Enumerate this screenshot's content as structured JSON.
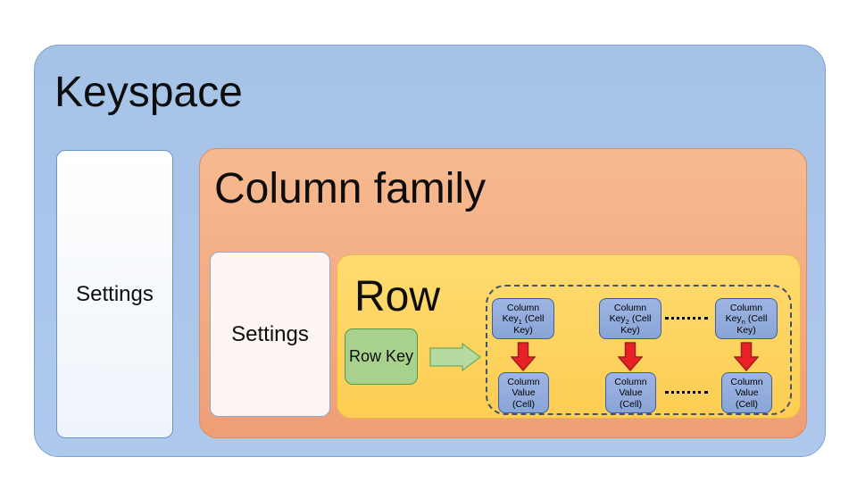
{
  "colors": {
    "keyspace_fill": "#a9c5e8",
    "keyspace_border": "#7ba2d6",
    "column_family_fill": "#f3ab82",
    "column_family_border": "#d98d60",
    "row_fill": "#ffd763",
    "row_border": "#e7b84a",
    "settings_keyspace_fill": "#f6f9fc",
    "settings_column_family_fill": "#fdf5f3",
    "settings_border": "#8fa8cc",
    "row_key_fill": "#a9d18e",
    "row_key_border": "#589a3e",
    "cell_fill": "#8faadc",
    "cell_border": "#3d5e9e",
    "red_arrow_fill": "#e92125",
    "red_arrow_border": "#9b2023",
    "green_arrow_fill": "#b5dba0",
    "green_arrow_border": "#7fb262",
    "dashed_outline": "#44546a"
  },
  "keyspace": {
    "title": "Keyspace",
    "settings_label": "Settings"
  },
  "column_family": {
    "title": "Column family",
    "settings_label": "Settings"
  },
  "row": {
    "title": "Row",
    "row_key_label": "Row Key",
    "columns": [
      {
        "key_line1": "Column",
        "key_word": "Key",
        "key_sub": "1",
        "key_cell": "(Cell",
        "key_line3": "Key)",
        "value_line1": "Column",
        "value_line2": "Value",
        "value_line3": "(Cell)"
      },
      {
        "key_line1": "Column",
        "key_word": "Key",
        "key_sub": "2",
        "key_cell": "(Cell",
        "key_line3": "Key)",
        "value_line1": "Column",
        "value_line2": "Value",
        "value_line3": "(Cell)"
      },
      {
        "key_line1": "Column",
        "key_word": "Key",
        "key_sub": "n",
        "key_cell": "(Cell",
        "key_line3": "Key)",
        "value_line1": "Column",
        "value_line2": "Value",
        "value_line3": "(Cell)"
      }
    ]
  }
}
